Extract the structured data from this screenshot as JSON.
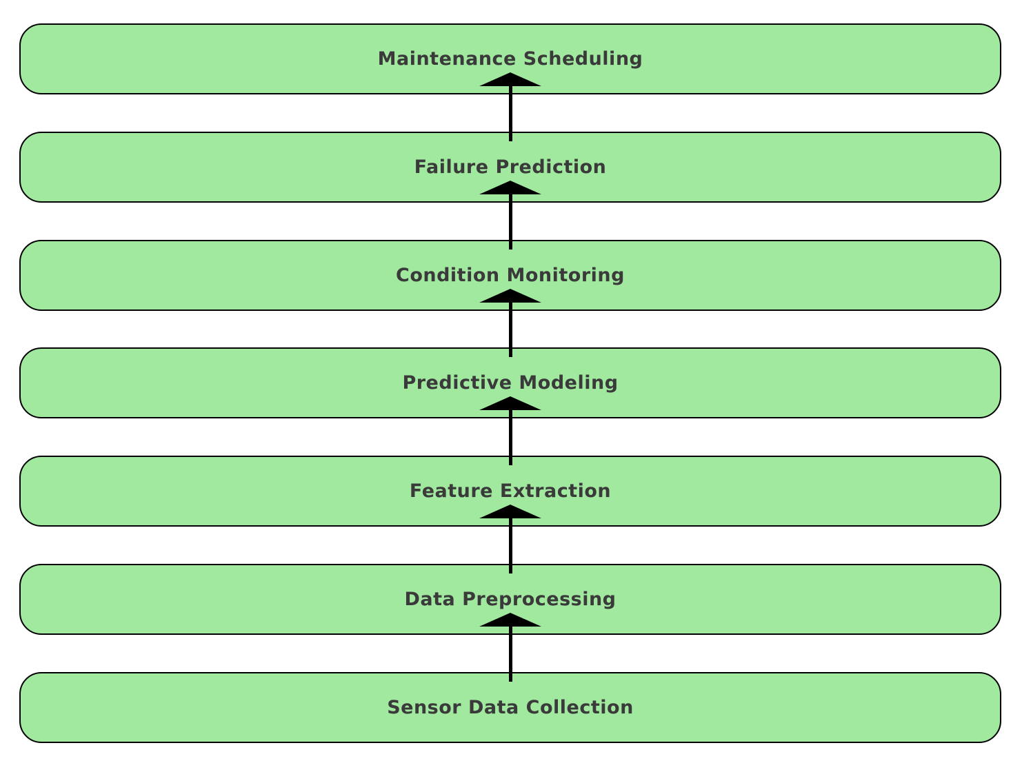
{
  "diagram": {
    "type": "flowchart",
    "flow_direction": "bottom-to-top",
    "background_color": "#ffffff",
    "node_fill_color": "#a2e9a0",
    "node_border_color": "#000000",
    "label_color": "#3a3a3a",
    "arrow_color": "#000000",
    "nodes_top_to_bottom": [
      {
        "label": "Maintenance Scheduling"
      },
      {
        "label": "Failure Prediction"
      },
      {
        "label": "Condition Monitoring"
      },
      {
        "label": "Predictive Modeling"
      },
      {
        "label": "Feature Extraction"
      },
      {
        "label": "Data Preprocessing"
      },
      {
        "label": "Sensor Data Collection"
      }
    ],
    "edges_bottom_to_top": [
      {
        "from": "Sensor Data Collection",
        "to": "Data Preprocessing"
      },
      {
        "from": "Data Preprocessing",
        "to": "Feature Extraction"
      },
      {
        "from": "Feature Extraction",
        "to": "Predictive Modeling"
      },
      {
        "from": "Predictive Modeling",
        "to": "Condition Monitoring"
      },
      {
        "from": "Condition Monitoring",
        "to": "Failure Prediction"
      },
      {
        "from": "Failure Prediction",
        "to": "Maintenance Scheduling"
      }
    ]
  }
}
